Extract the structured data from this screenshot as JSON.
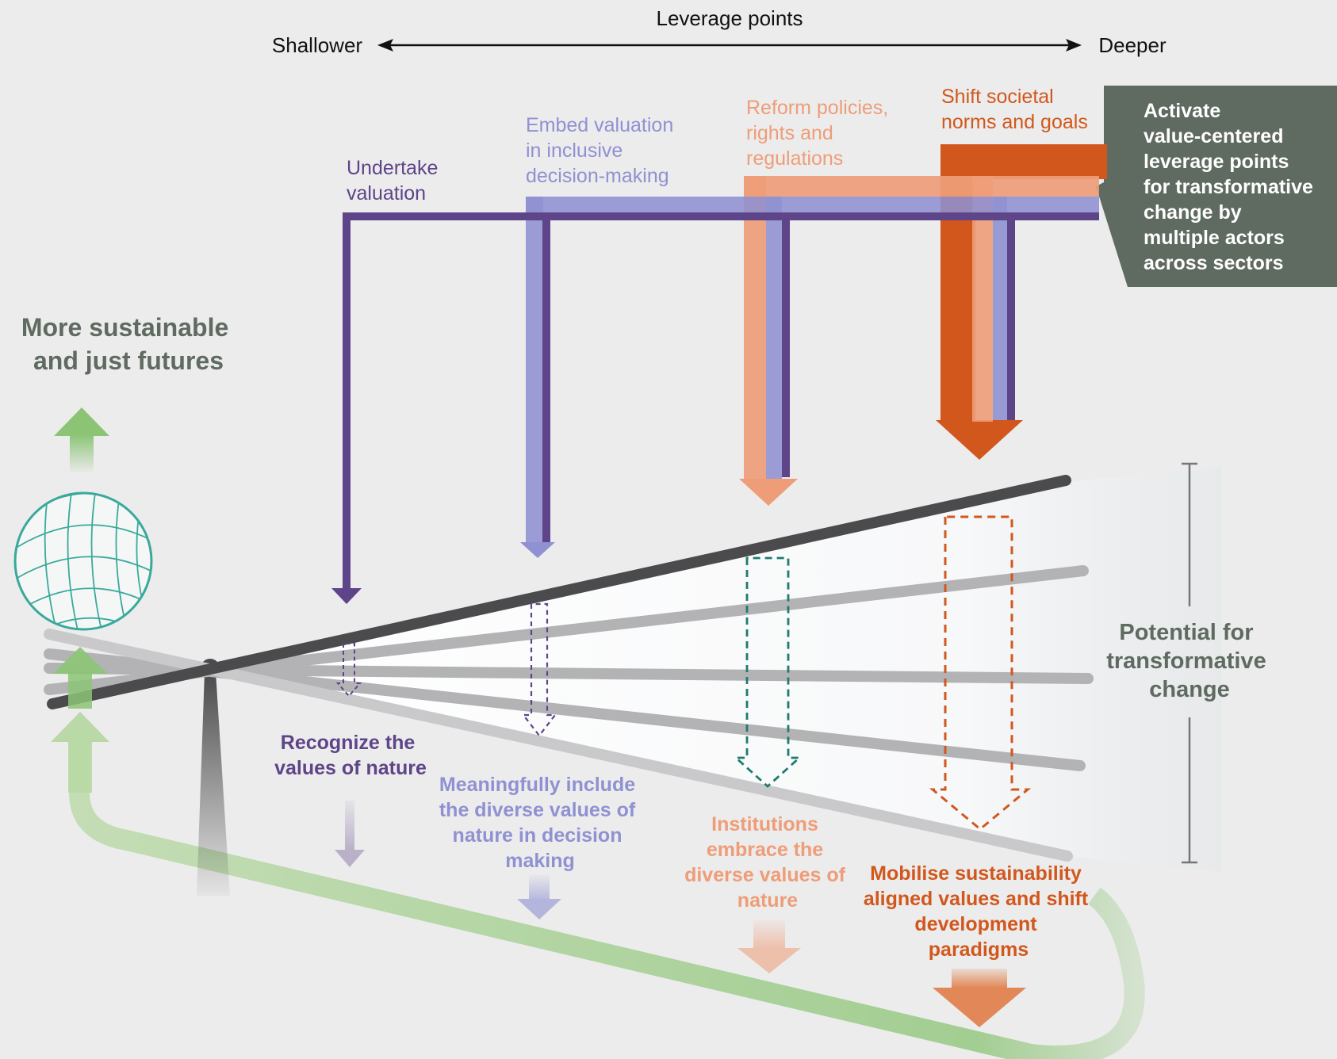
{
  "header": {
    "title": "Leverage points",
    "left": "Shallower",
    "right": "Deeper"
  },
  "side_panel": {
    "lines": [
      "Activate",
      "value-centered",
      "leverage points",
      "for transformative",
      "change by",
      "multiple actors",
      "across sectors"
    ]
  },
  "futures_label": {
    "lines": [
      "More sustainable",
      "and just futures"
    ]
  },
  "potential_label": {
    "lines": [
      "Potential for",
      "transformative",
      "change"
    ]
  },
  "leverage_points": [
    {
      "id": "undertake-valuation",
      "color": "#5e4489",
      "lines": [
        "Undertake",
        "valuation"
      ]
    },
    {
      "id": "embed-valuation",
      "color": "#8f91d2",
      "lines": [
        "Embed valuation",
        "in inclusive",
        "decision-making"
      ]
    },
    {
      "id": "reform-policies",
      "color": "#ee9d78",
      "lines": [
        "Reform policies,",
        "rights and",
        "regulations"
      ]
    },
    {
      "id": "shift-norms",
      "color": "#d2571c",
      "lines": [
        "Shift societal",
        "norms and goals"
      ]
    }
  ],
  "outcomes": [
    {
      "id": "recognize-values",
      "color": "#5e4489",
      "lines": [
        "Recognize the",
        "values of nature"
      ]
    },
    {
      "id": "include-values",
      "color": "#8f91d2",
      "lines": [
        "Meaningfully include",
        "the diverse values of",
        "nature in decision",
        "making"
      ]
    },
    {
      "id": "institutions-embrace",
      "color": "#ee9d78",
      "lines": [
        "Institutions",
        "embrace the",
        "diverse values of",
        "nature"
      ]
    },
    {
      "id": "mobilise-values",
      "color": "#d2571c",
      "lines": [
        "Mobilise sustainability",
        "aligned values and shift",
        "development",
        "paradigms"
      ]
    }
  ],
  "colors": {
    "background": "#ececec",
    "panel": "#5f6a60",
    "green": "#8cc476",
    "globe": "#3aa99c",
    "dark_lever": "#4b4b4d",
    "grey_lever": "#b3b3b5",
    "teal_dashed": "#1f7a70"
  }
}
